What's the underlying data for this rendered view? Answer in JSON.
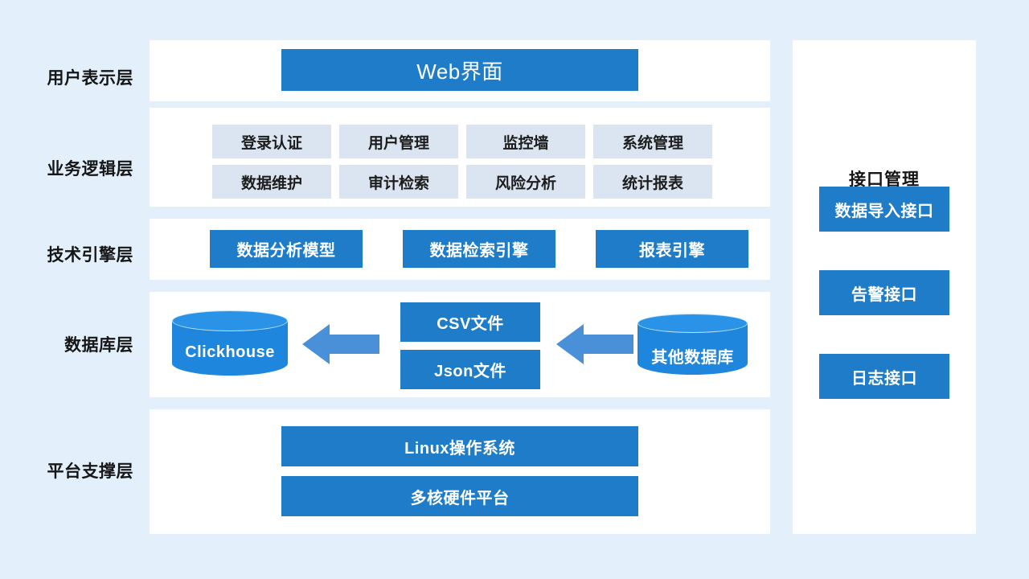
{
  "background_color": "#e3f0fb",
  "accent_blue": "#1f7cc8",
  "arrow_blue": "#4a90d9",
  "tile_blue": "#dbe5f1",
  "cylinder_blue": "#1f86dd",
  "layers": [
    {
      "id": "presentation",
      "label": "用户表示层"
    },
    {
      "id": "business",
      "label": "业务逻辑层"
    },
    {
      "id": "engine",
      "label": "技术引擎层"
    },
    {
      "id": "database",
      "label": "数据库层"
    },
    {
      "id": "platform",
      "label": "平台支撑层"
    }
  ],
  "presentation_layer": {
    "items": [
      {
        "label": "Web界面"
      }
    ]
  },
  "business_layer": {
    "row1": [
      {
        "label": "登录认证"
      },
      {
        "label": "用户管理"
      },
      {
        "label": "监控墙"
      },
      {
        "label": "系统管理"
      }
    ],
    "row2": [
      {
        "label": "数据维护"
      },
      {
        "label": "审计检索"
      },
      {
        "label": "风险分析"
      },
      {
        "label": "统计报表"
      }
    ]
  },
  "engine_layer": {
    "items": [
      {
        "label": "数据分析模型"
      },
      {
        "label": "数据检索引擎"
      },
      {
        "label": "报表引擎"
      }
    ]
  },
  "database_layer": {
    "target_store": {
      "label": "Clickhouse"
    },
    "files": [
      {
        "label": "CSV文件"
      },
      {
        "label": "Json文件"
      }
    ],
    "source_store": {
      "label": "其他数据库"
    },
    "flow_direction": "right-to-left"
  },
  "platform_layer": {
    "items": [
      {
        "label": "Linux操作系统"
      },
      {
        "label": "多核硬件平台"
      }
    ]
  },
  "interface_panel": {
    "title": "接口管理",
    "items": [
      {
        "label": "数据导入接口"
      },
      {
        "label": "告警接口"
      },
      {
        "label": "日志接口"
      }
    ]
  }
}
